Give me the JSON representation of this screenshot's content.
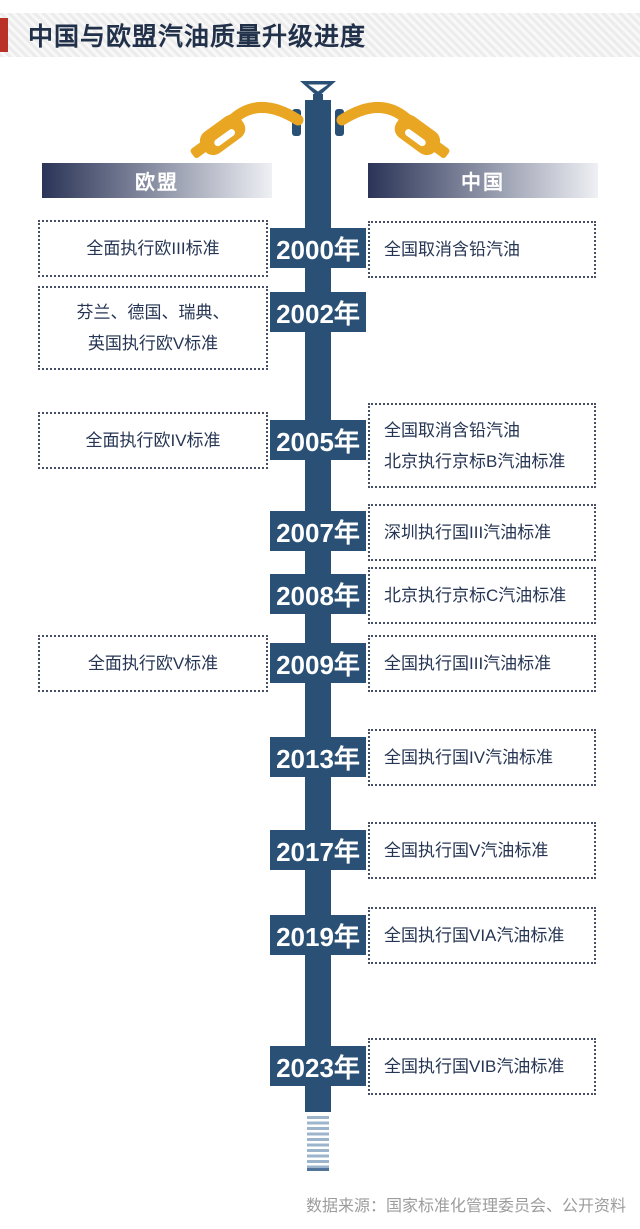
{
  "title": "中国与欧盟汽油质量升级进度",
  "columns": {
    "eu_label": "欧盟",
    "china_label": "中国"
  },
  "source": "数据来源：国家标准化管理委员会、公开资料",
  "icons": {
    "valve": "pipe-valve-icon",
    "nozzle_left": "fuel-nozzle-icon",
    "nozzle_right": "fuel-nozzle-icon"
  },
  "colors": {
    "pipe_blue": "#2a5076",
    "nozzle_yellow": "#e9a622",
    "header_dark": "#2b3457",
    "accent_red": "#b93127",
    "title_navy": "#22314a",
    "box_text": "#263553",
    "box_dots": "#474f66",
    "pipe_stripe": "#9db5cc",
    "source_gray": "#9c9c9c"
  },
  "timeline": [
    {
      "year": "2000年",
      "eu": [
        "全面执行欧III标准"
      ],
      "china": [
        "全国取消含铅汽油"
      ]
    },
    {
      "year": "2002年",
      "eu": [
        "芬兰、德国、瑞典、",
        "英国执行欧V标准"
      ],
      "china": []
    },
    {
      "year": "2005年",
      "eu": [
        "全面执行欧IV标准"
      ],
      "china": [
        "全国取消含铅汽油",
        "北京执行京标B汽油标准"
      ]
    },
    {
      "year": "2007年",
      "eu": [],
      "china": [
        "深圳执行国III汽油标准"
      ]
    },
    {
      "year": "2008年",
      "eu": [],
      "china": [
        "北京执行京标C汽油标准"
      ]
    },
    {
      "year": "2009年",
      "eu": [
        "全面执行欧V标准"
      ],
      "china": [
        "全国执行国III汽油标准"
      ]
    },
    {
      "year": "2013年",
      "eu": [],
      "china": [
        "全国执行国IV汽油标准"
      ]
    },
    {
      "year": "2017年",
      "eu": [],
      "china": [
        "全国执行国V汽油标准"
      ]
    },
    {
      "year": "2019年",
      "eu": [],
      "china": [
        "全国执行国VIA汽油标准"
      ]
    },
    {
      "year": "2023年",
      "eu": [],
      "china": [
        "全国执行国VIB汽油标准"
      ]
    }
  ]
}
